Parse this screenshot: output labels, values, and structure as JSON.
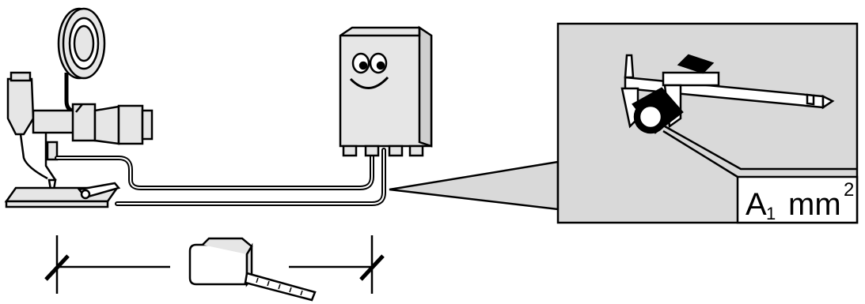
{
  "callout": {
    "area_symbol": "A",
    "area_subscript": "1",
    "area_unit": "mm",
    "area_superscript": "2"
  },
  "colors": {
    "line": "#000000",
    "panel_fill": "#d9d9d9",
    "equipment_fill": "#e6e6e6",
    "background": "#ffffff"
  },
  "icons": [
    "welding-torch-icon",
    "wire-spool-icon",
    "power-source-icon",
    "smiley-face-icon",
    "workpiece-clamp-icon",
    "caliper-icon",
    "cable-cross-section-icon",
    "tape-measure-icon"
  ]
}
